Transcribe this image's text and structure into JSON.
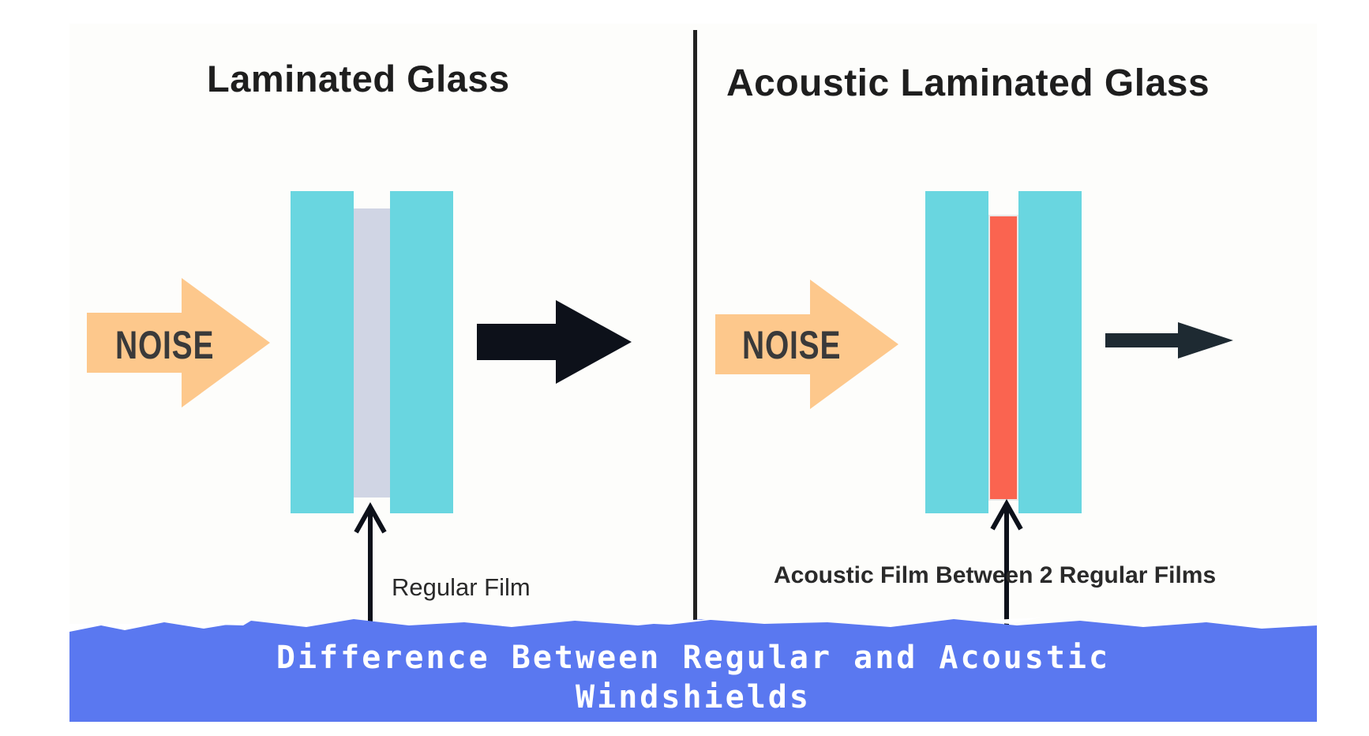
{
  "left_panel": {
    "title": "Laminated Glass",
    "noise_label": "NOISE",
    "film_label": "Regular Film"
  },
  "right_panel": {
    "title": "Acoustic Laminated Glass",
    "noise_label": "NOISE",
    "film_label": "Acoustic Film Between 2 Regular Films"
  },
  "banner": {
    "line1": "Difference Between Regular and Acoustic",
    "line2": "Windshields"
  },
  "colors": {
    "glass": "#69d6e0",
    "regular_film": "#d0d5e4",
    "acoustic_film": "#fa6450",
    "noise_arrow": "#fdc88c",
    "output_arrow": "#0d111a",
    "banner": "#5a78f0"
  }
}
